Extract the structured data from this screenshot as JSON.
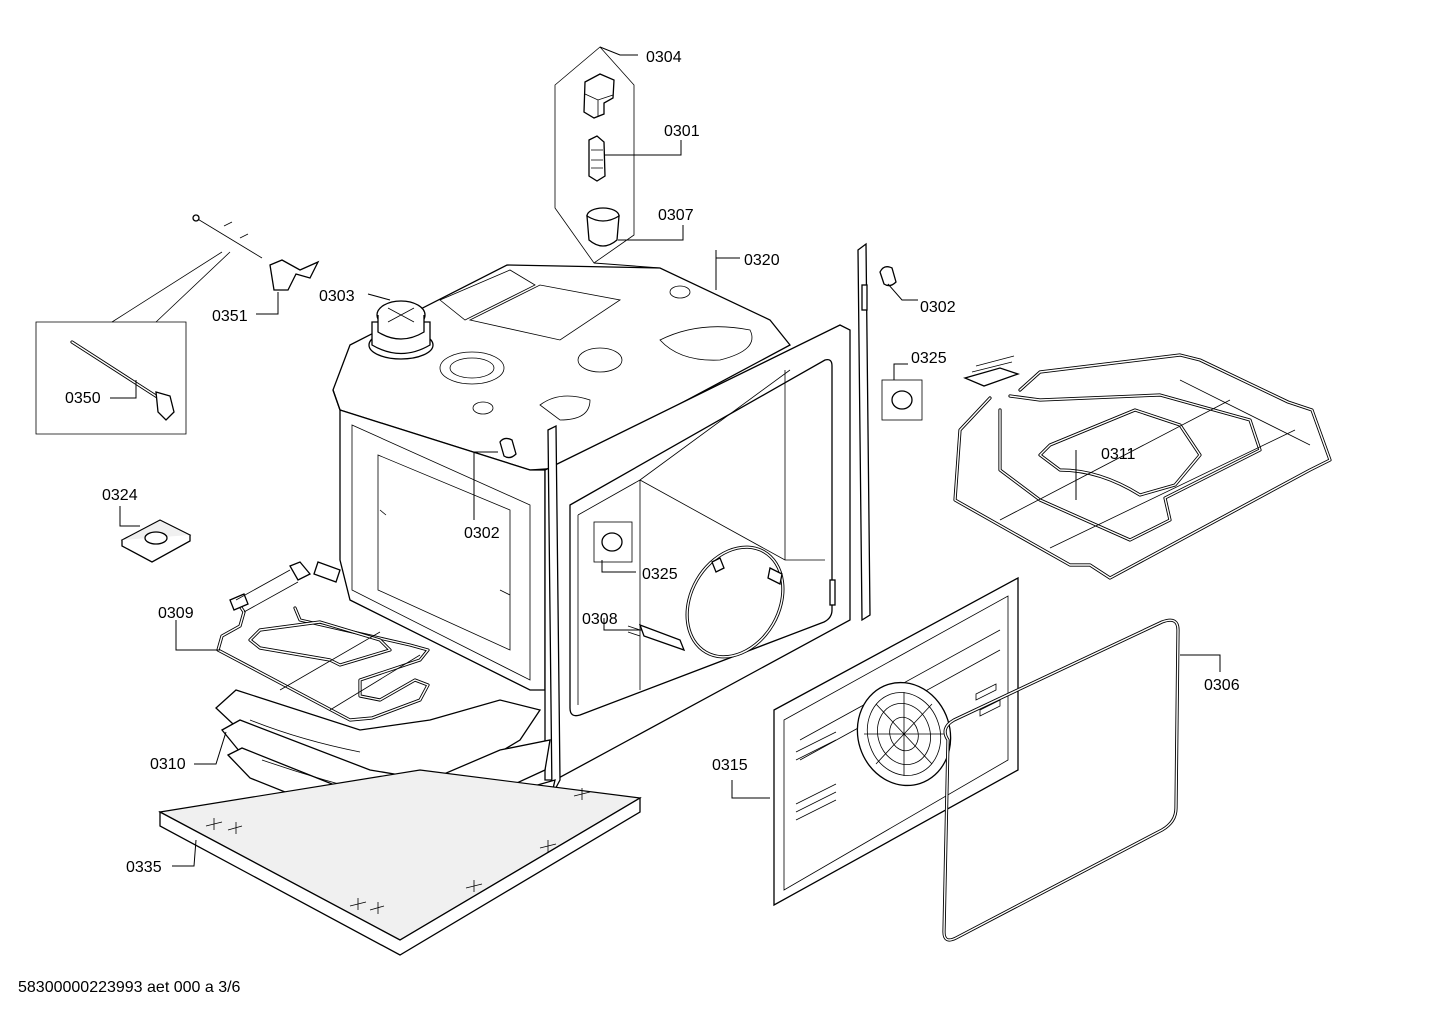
{
  "labels": {
    "p0304": "0304",
    "p0301": "0301",
    "p0307": "0307",
    "p0320": "0320",
    "p0302a": "0302",
    "p0303": "0303",
    "p0351": "0351",
    "p0350": "0350",
    "p0325a": "0325",
    "p0311": "0311",
    "p0324": "0324",
    "p0302b": "0302",
    "p0325b": "0325",
    "p0309": "0309",
    "p0308": "0308",
    "p0306": "0306",
    "p0310": "0310",
    "p0315": "0315",
    "p0335": "0335"
  },
  "footer": {
    "document_id": "58300000223993 aet 000 a 3/6"
  }
}
